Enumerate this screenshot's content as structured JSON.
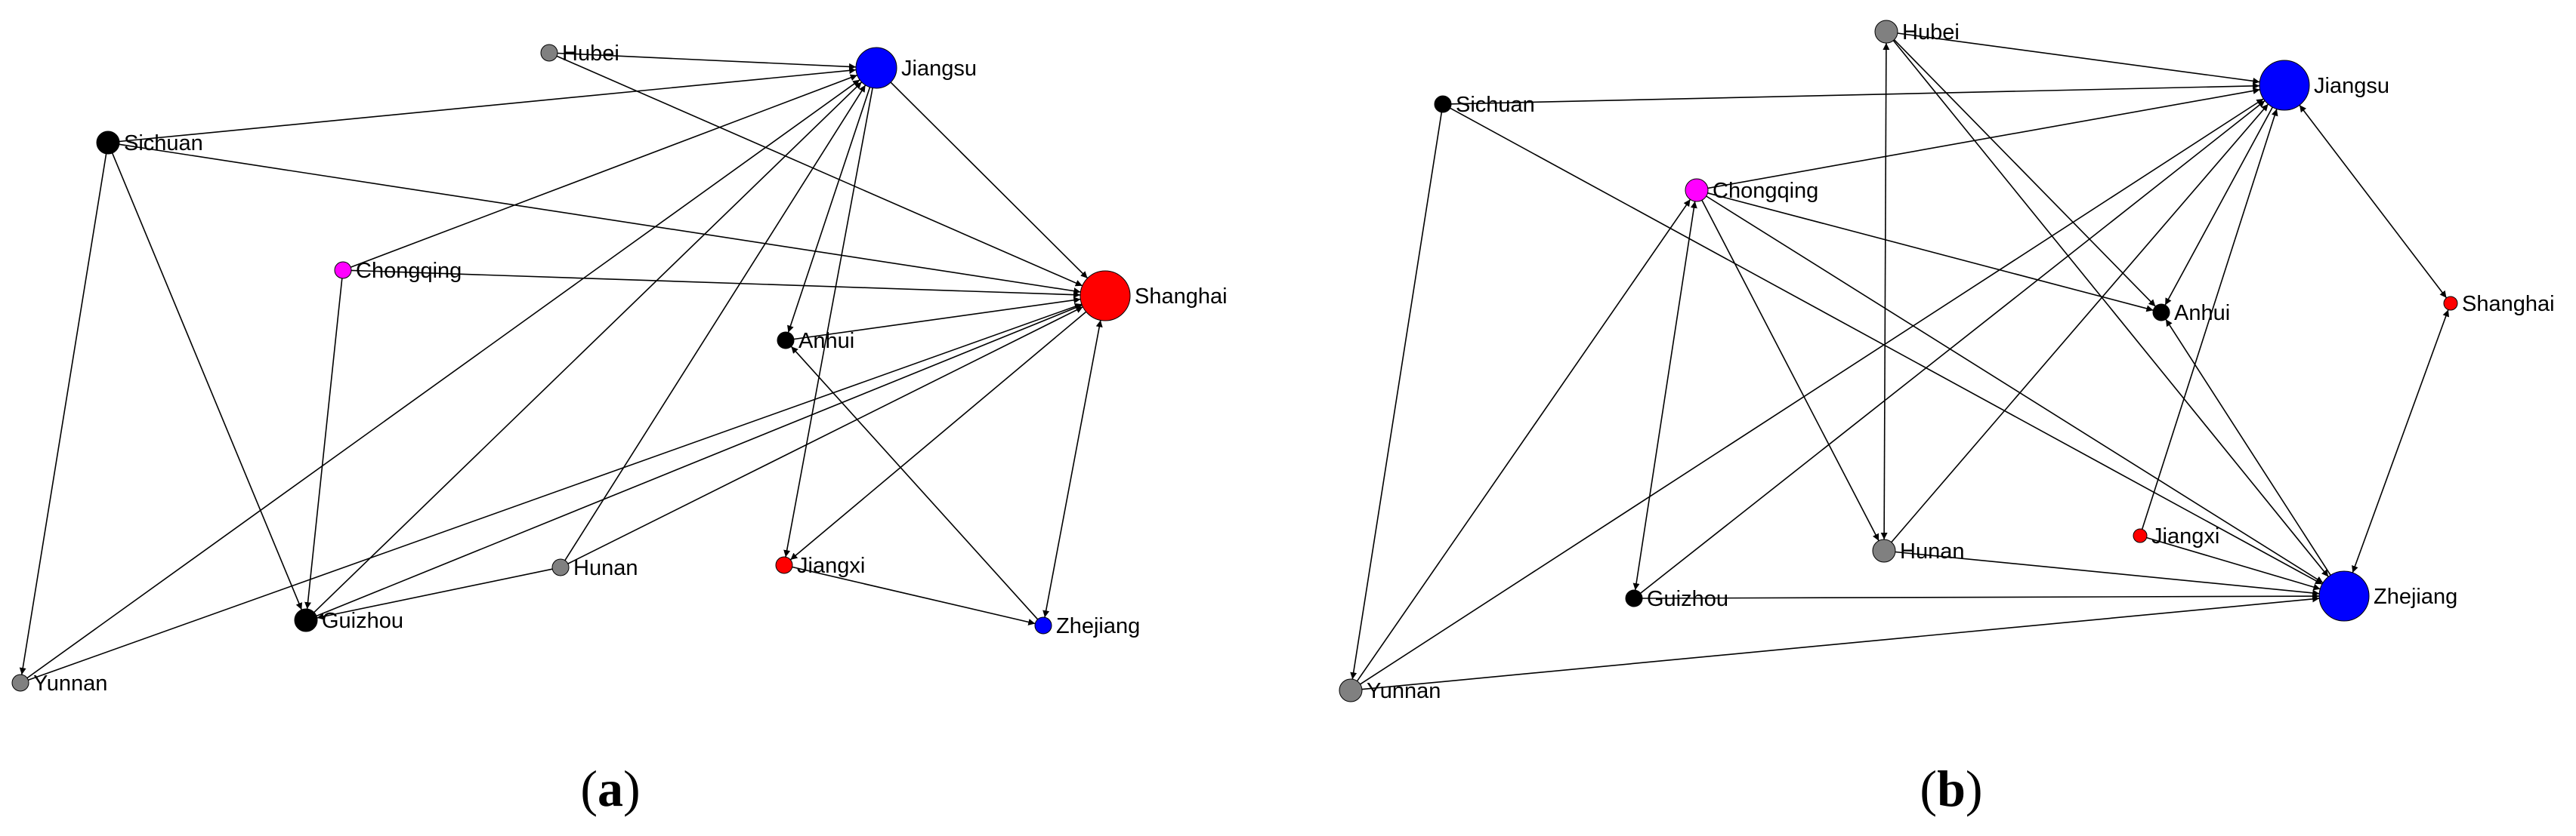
{
  "colors": {
    "blue": "#0000ff",
    "red": "#ff0000",
    "magenta": "#ff00ff",
    "gray": "#808080",
    "black": "#000000",
    "edge": "#000000"
  },
  "panels": [
    {
      "id": "a",
      "caption": {
        "open": "(",
        "letter": "a",
        "close": ")"
      },
      "nodes": [
        {
          "id": "Hubei",
          "label": "Hubei",
          "color": "gray",
          "size": "small"
        },
        {
          "id": "Jiangsu",
          "label": "Jiangsu",
          "color": "blue",
          "size": "large"
        },
        {
          "id": "Sichuan",
          "label": "Sichuan",
          "color": "black",
          "size": "medium"
        },
        {
          "id": "Chongqing",
          "label": "Chongqing",
          "color": "magenta",
          "size": "small"
        },
        {
          "id": "Shanghai",
          "label": "Shanghai",
          "color": "red",
          "size": "xlarge"
        },
        {
          "id": "Anhui",
          "label": "Anhui",
          "color": "black",
          "size": "small"
        },
        {
          "id": "Hunan",
          "label": "Hunan",
          "color": "gray",
          "size": "small"
        },
        {
          "id": "Jiangxi",
          "label": "Jiangxi",
          "color": "red",
          "size": "small"
        },
        {
          "id": "Guizhou",
          "label": "Guizhou",
          "color": "black",
          "size": "medium"
        },
        {
          "id": "Zhejiang",
          "label": "Zhejiang",
          "color": "blue",
          "size": "small"
        },
        {
          "id": "Yunnan",
          "label": "Yunnan",
          "color": "gray",
          "size": "small"
        }
      ],
      "edges": [
        {
          "from": "Hubei",
          "to": "Jiangsu"
        },
        {
          "from": "Hubei",
          "to": "Shanghai"
        },
        {
          "from": "Sichuan",
          "to": "Jiangsu"
        },
        {
          "from": "Sichuan",
          "to": "Shanghai"
        },
        {
          "from": "Sichuan",
          "to": "Guizhou"
        },
        {
          "from": "Sichuan",
          "to": "Yunnan"
        },
        {
          "from": "Chongqing",
          "to": "Jiangsu"
        },
        {
          "from": "Chongqing",
          "to": "Shanghai"
        },
        {
          "from": "Chongqing",
          "to": "Guizhou"
        },
        {
          "from": "Jiangsu",
          "to": "Shanghai"
        },
        {
          "from": "Jiangsu",
          "to": "Anhui"
        },
        {
          "from": "Jiangsu",
          "to": "Jiangxi"
        },
        {
          "from": "Anhui",
          "to": "Shanghai"
        },
        {
          "from": "Hunan",
          "to": "Jiangsu"
        },
        {
          "from": "Hunan",
          "to": "Shanghai"
        },
        {
          "from": "Hunan",
          "to": "Guizhou"
        },
        {
          "from": "Guizhou",
          "to": "Jiangsu"
        },
        {
          "from": "Guizhou",
          "to": "Shanghai"
        },
        {
          "from": "Yunnan",
          "to": "Jiangsu"
        },
        {
          "from": "Yunnan",
          "to": "Shanghai"
        },
        {
          "from": "Shanghai",
          "to": "Jiangxi"
        },
        {
          "from": "Shanghai",
          "to": "Zhejiang",
          "both": true
        },
        {
          "from": "Jiangxi",
          "to": "Zhejiang"
        },
        {
          "from": "Zhejiang",
          "to": "Anhui"
        }
      ]
    },
    {
      "id": "b",
      "caption": {
        "open": "(",
        "letter": "b",
        "close": ")"
      },
      "nodes": [
        {
          "id": "Hubei",
          "label": "Hubei",
          "color": "gray",
          "size": "medium"
        },
        {
          "id": "Jiangsu",
          "label": "Jiangsu",
          "color": "blue",
          "size": "xlarge"
        },
        {
          "id": "Sichuan",
          "label": "Sichuan",
          "color": "black",
          "size": "small"
        },
        {
          "id": "Chongqing",
          "label": "Chongqing",
          "color": "magenta",
          "size": "medium"
        },
        {
          "id": "Anhui",
          "label": "Anhui",
          "color": "black",
          "size": "small"
        },
        {
          "id": "Shanghai",
          "label": "Shanghai",
          "color": "red",
          "size": "tiny"
        },
        {
          "id": "Hunan",
          "label": "Hunan",
          "color": "gray",
          "size": "medium"
        },
        {
          "id": "Jiangxi",
          "label": "Jiangxi",
          "color": "red",
          "size": "tiny"
        },
        {
          "id": "Zhejiang",
          "label": "Zhejiang",
          "color": "blue",
          "size": "xlarge"
        },
        {
          "id": "Guizhou",
          "label": "Guizhou",
          "color": "black",
          "size": "small"
        },
        {
          "id": "Yunnan",
          "label": "Yunnan",
          "color": "gray",
          "size": "medium"
        }
      ],
      "edges": [
        {
          "from": "Hubei",
          "to": "Jiangsu"
        },
        {
          "from": "Hubei",
          "to": "Anhui"
        },
        {
          "from": "Hubei",
          "to": "Zhejiang"
        },
        {
          "from": "Hubei",
          "to": "Hunan",
          "both": true
        },
        {
          "from": "Sichuan",
          "to": "Jiangsu"
        },
        {
          "from": "Sichuan",
          "to": "Zhejiang"
        },
        {
          "from": "Sichuan",
          "to": "Yunnan"
        },
        {
          "from": "Chongqing",
          "to": "Jiangsu"
        },
        {
          "from": "Chongqing",
          "to": "Zhejiang"
        },
        {
          "from": "Chongqing",
          "to": "Hunan"
        },
        {
          "from": "Chongqing",
          "to": "Anhui"
        },
        {
          "from": "Chongqing",
          "to": "Guizhou",
          "both": true
        },
        {
          "from": "Yunnan",
          "to": "Chongqing"
        },
        {
          "from": "Jiangsu",
          "to": "Anhui"
        },
        {
          "from": "Jiangsu",
          "to": "Shanghai",
          "both": true
        },
        {
          "from": "Shanghai",
          "to": "Zhejiang",
          "both": true
        },
        {
          "from": "Hunan",
          "to": "Jiangsu"
        },
        {
          "from": "Hunan",
          "to": "Zhejiang"
        },
        {
          "from": "Jiangxi",
          "to": "Jiangsu"
        },
        {
          "from": "Jiangxi",
          "to": "Zhejiang"
        },
        {
          "from": "Guizhou",
          "to": "Jiangsu"
        },
        {
          "from": "Guizhou",
          "to": "Zhejiang"
        },
        {
          "from": "Yunnan",
          "to": "Jiangsu"
        },
        {
          "from": "Yunnan",
          "to": "Zhejiang"
        },
        {
          "from": "Zhejiang",
          "to": "Anhui"
        }
      ]
    }
  ]
}
